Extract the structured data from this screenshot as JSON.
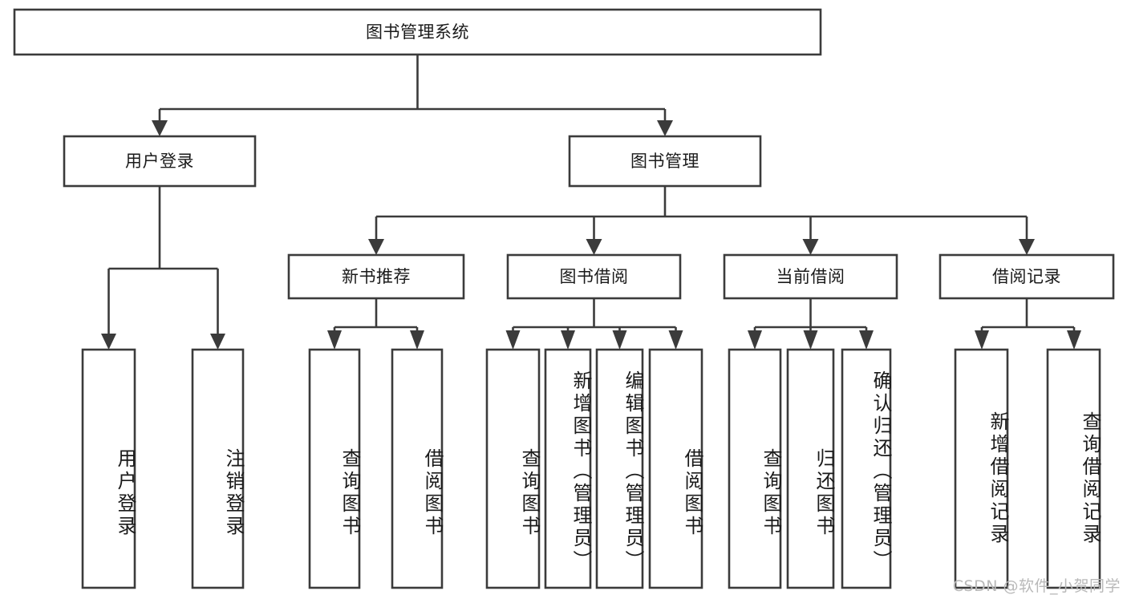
{
  "diagram": {
    "type": "tree-hierarchy",
    "title": "图书管理系统",
    "root": {
      "id": "root",
      "label": "图书管理系统"
    },
    "level2": [
      {
        "id": "user-login",
        "label": "用户登录"
      },
      {
        "id": "book-manage",
        "label": "图书管理"
      }
    ],
    "level3": [
      {
        "id": "new-book-recommend",
        "label": "新书推荐",
        "parent": "book-manage"
      },
      {
        "id": "book-borrow",
        "label": "图书借阅",
        "parent": "book-manage"
      },
      {
        "id": "current-borrow",
        "label": "当前借阅",
        "parent": "book-manage"
      },
      {
        "id": "borrow-record",
        "label": "借阅记录",
        "parent": "book-manage"
      }
    ],
    "leaves": {
      "user_login": [
        {
          "id": "leaf-user-login",
          "label": "用户登录"
        },
        {
          "id": "leaf-user-logout",
          "label": "注销登录"
        }
      ],
      "new_book_recommend": [
        {
          "id": "leaf-query-book-1",
          "label": "查询图书"
        },
        {
          "id": "leaf-borrow-book-1",
          "label": "借阅图书"
        }
      ],
      "book_borrow": [
        {
          "id": "leaf-query-book-2",
          "label": "查询图书"
        },
        {
          "id": "leaf-add-book",
          "label": "新增图书（管理员）"
        },
        {
          "id": "leaf-edit-book",
          "label": "编辑图书（管理员）"
        },
        {
          "id": "leaf-borrow-book-2",
          "label": "借阅图书"
        }
      ],
      "current_borrow": [
        {
          "id": "leaf-query-book-3",
          "label": "查询图书"
        },
        {
          "id": "leaf-return-book",
          "label": "归还图书"
        },
        {
          "id": "leaf-confirm-return",
          "label": "确认归还（管理员）"
        }
      ],
      "borrow_record": [
        {
          "id": "leaf-add-record",
          "label": "新增借阅记录"
        },
        {
          "id": "leaf-query-record",
          "label": "查询借阅记录"
        }
      ]
    }
  },
  "watermark": {
    "text": "CSDN @软件_小贺同学"
  },
  "colors": {
    "stroke": "#3b3b3b",
    "fill": "#ffffff",
    "text": "#1a1a1a",
    "watermark": "#b9b9b9",
    "background": "#ffffff"
  }
}
